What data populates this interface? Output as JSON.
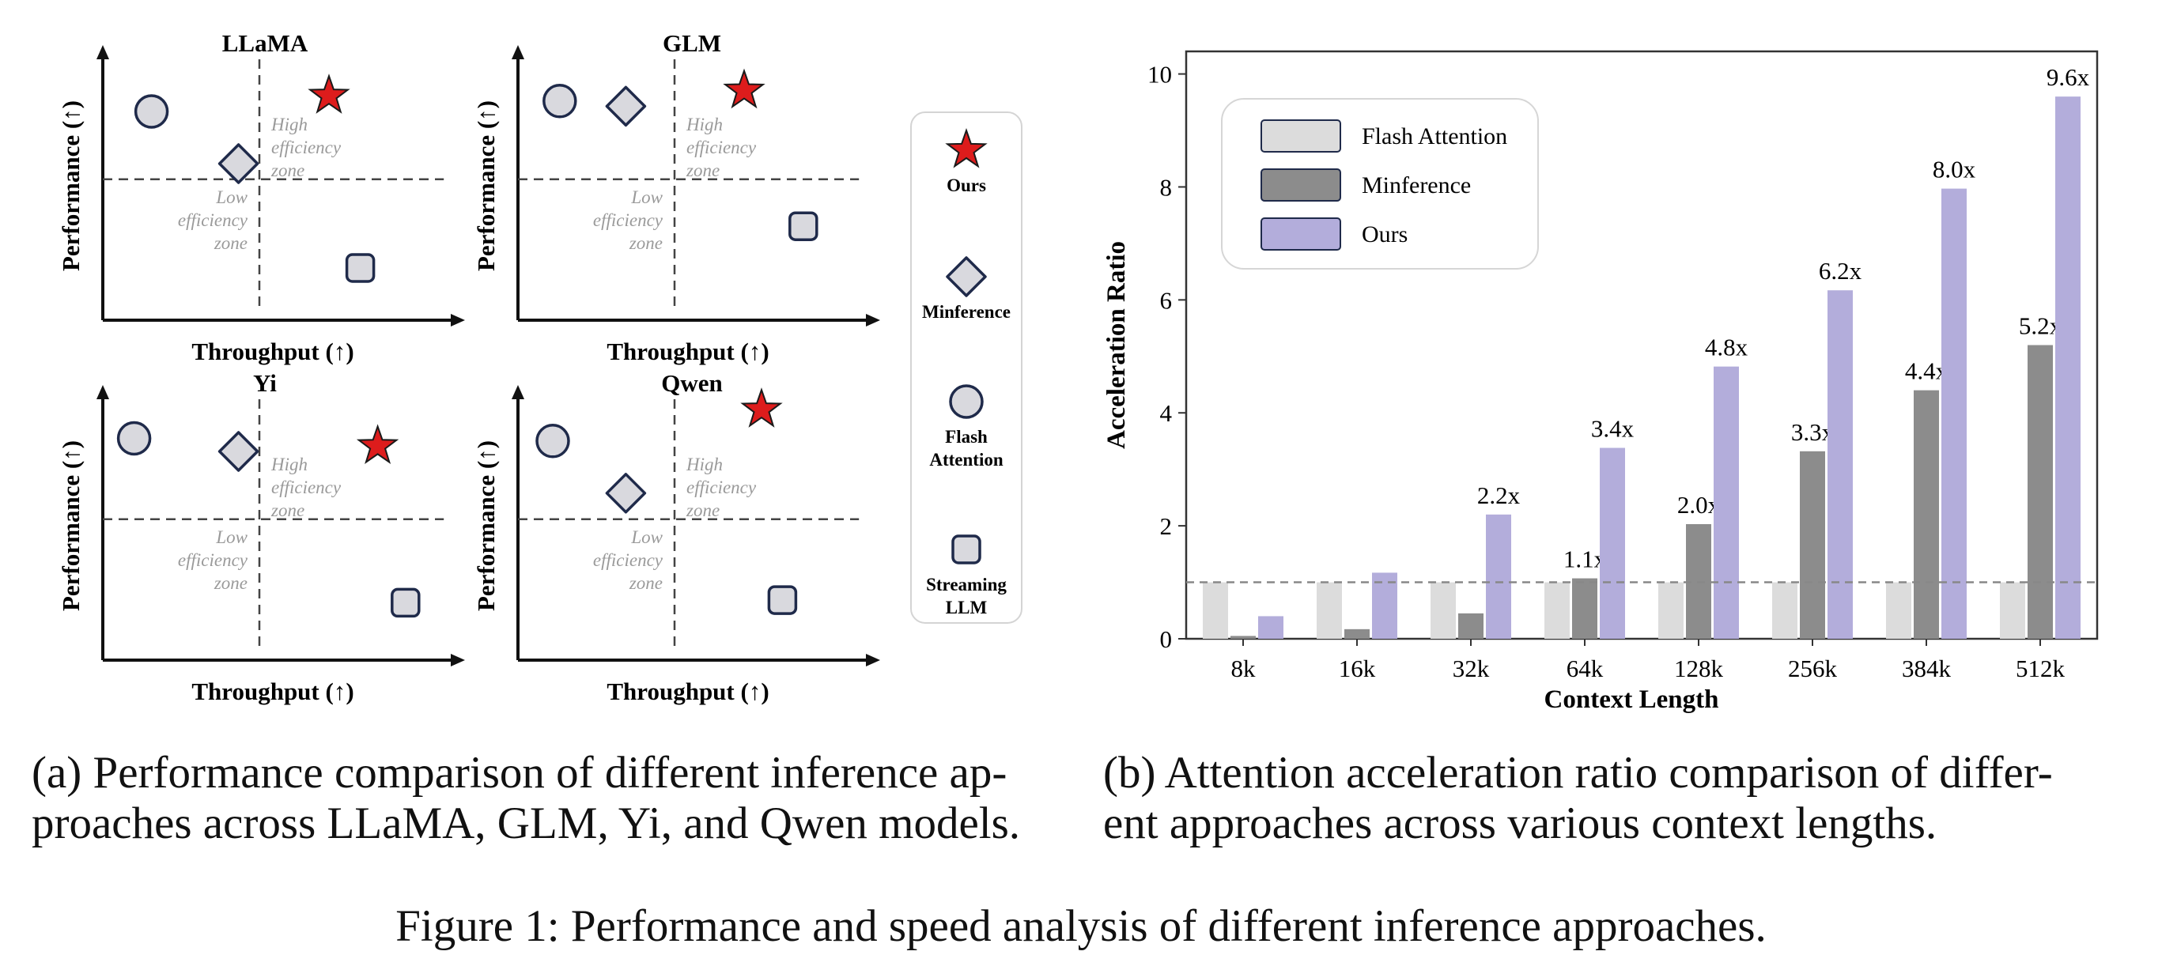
{
  "panel_a": {
    "quadrant_labels": {
      "high": [
        "High",
        "efficiency",
        "zone"
      ],
      "low": [
        "Low",
        "efficiency",
        "zone"
      ]
    },
    "legend": [
      {
        "key": "ours",
        "marker": "star-icon",
        "lines": [
          "Ours"
        ]
      },
      {
        "key": "minference",
        "marker": "diamond-icon",
        "lines": [
          "Minference"
        ]
      },
      {
        "key": "flash",
        "marker": "circle-icon",
        "lines": [
          "Flash",
          "Attention"
        ]
      },
      {
        "key": "streaming",
        "marker": "square-icon",
        "lines": [
          "Streaming",
          "LLM"
        ]
      }
    ],
    "colors": {
      "ours": "#dd1c1c",
      "marker_fill": "#d9d9de",
      "marker_stroke": "#1f2a4a"
    },
    "caption": [
      "(a) Performance comparison of different inference ap-",
      "proaches across LLaMA, GLM, Yi, and Qwen models."
    ]
  },
  "panel_b": {
    "caption": [
      "(b) Attention acceleration ratio comparison of differ-",
      "ent approaches across various context lengths."
    ],
    "colors": {
      "flash": "#dcdcdc",
      "minference": "#8c8c8c",
      "ours": "#b3addb"
    }
  },
  "figure_caption": "Figure 1: Performance and speed analysis of different inference approaches.",
  "chart_data": [
    {
      "type": "scatter",
      "title": "LLaMA",
      "xlabel": "Throughput (↑)",
      "ylabel": "Performance (↑)",
      "xlim": [
        0,
        1
      ],
      "ylim": [
        0,
        1
      ],
      "series": [
        {
          "name": "Ours",
          "x": [
            0.65
          ],
          "y": [
            0.86
          ]
        },
        {
          "name": "Minference",
          "x": [
            0.39
          ],
          "y": [
            0.6
          ]
        },
        {
          "name": "Flash Attention",
          "x": [
            0.14
          ],
          "y": [
            0.8
          ]
        },
        {
          "name": "Streaming LLM",
          "x": [
            0.74
          ],
          "y": [
            0.2
          ]
        }
      ]
    },
    {
      "type": "scatter",
      "title": "GLM",
      "xlabel": "Throughput (↑)",
      "ylabel": "Performance (↑)",
      "xlim": [
        0,
        1
      ],
      "ylim": [
        0,
        1
      ],
      "series": [
        {
          "name": "Ours",
          "x": [
            0.65
          ],
          "y": [
            0.88
          ]
        },
        {
          "name": "Minference",
          "x": [
            0.31
          ],
          "y": [
            0.82
          ]
        },
        {
          "name": "Flash Attention",
          "x": [
            0.12
          ],
          "y": [
            0.84
          ]
        },
        {
          "name": "Streaming LLM",
          "x": [
            0.82
          ],
          "y": [
            0.36
          ]
        }
      ]
    },
    {
      "type": "scatter",
      "title": "Yi",
      "xlabel": "Throughput (↑)",
      "ylabel": "Performance (↑)",
      "xlim": [
        0,
        1
      ],
      "ylim": [
        0,
        1
      ],
      "series": [
        {
          "name": "Ours",
          "x": [
            0.79
          ],
          "y": [
            0.82
          ]
        },
        {
          "name": "Minference",
          "x": [
            0.39
          ],
          "y": [
            0.8
          ]
        },
        {
          "name": "Flash Attention",
          "x": [
            0.09
          ],
          "y": [
            0.85
          ]
        },
        {
          "name": "Streaming LLM",
          "x": [
            0.87
          ],
          "y": [
            0.22
          ]
        }
      ]
    },
    {
      "type": "scatter",
      "title": "Qwen",
      "xlabel": "Throughput (↑)",
      "ylabel": "Performance (↑)",
      "xlim": [
        0,
        1
      ],
      "ylim": [
        0,
        1
      ],
      "series": [
        {
          "name": "Ours",
          "x": [
            0.7
          ],
          "y": [
            0.96
          ]
        },
        {
          "name": "Minference",
          "x": [
            0.31
          ],
          "y": [
            0.64
          ]
        },
        {
          "name": "Flash Attention",
          "x": [
            0.1
          ],
          "y": [
            0.84
          ]
        },
        {
          "name": "Streaming LLM",
          "x": [
            0.76
          ],
          "y": [
            0.23
          ]
        }
      ]
    },
    {
      "type": "bar",
      "title": "",
      "xlabel": "Context Length",
      "ylabel": "Acceleration Ratio",
      "ylim": [
        0,
        10.4
      ],
      "yticks": [
        0,
        2,
        4,
        6,
        8,
        10
      ],
      "grid": false,
      "legend_position": "top-left",
      "reference_line": 1.0,
      "categories": [
        "8k",
        "16k",
        "32k",
        "64k",
        "128k",
        "256k",
        "384k",
        "512k"
      ],
      "series": [
        {
          "name": "Flash Attention",
          "values": [
            1.0,
            1.0,
            1.0,
            1.0,
            1.0,
            1.0,
            1.0,
            1.0
          ],
          "labels": [
            "",
            "",
            "",
            "",
            "",
            "",
            "",
            ""
          ]
        },
        {
          "name": "Minference",
          "values": [
            0.05,
            0.17,
            0.45,
            1.07,
            2.03,
            3.32,
            4.4,
            5.2
          ],
          "labels": [
            "",
            "",
            "",
            "1.1x",
            "2.0x",
            "3.3x",
            "4.4x",
            "5.2x"
          ]
        },
        {
          "name": "Ours",
          "values": [
            0.4,
            1.17,
            2.2,
            3.38,
            4.82,
            6.17,
            7.97,
            9.6
          ],
          "labels": [
            "",
            "",
            "2.2x",
            "3.4x",
            "4.8x",
            "6.2x",
            "8.0x",
            "9.6x"
          ]
        }
      ]
    }
  ]
}
